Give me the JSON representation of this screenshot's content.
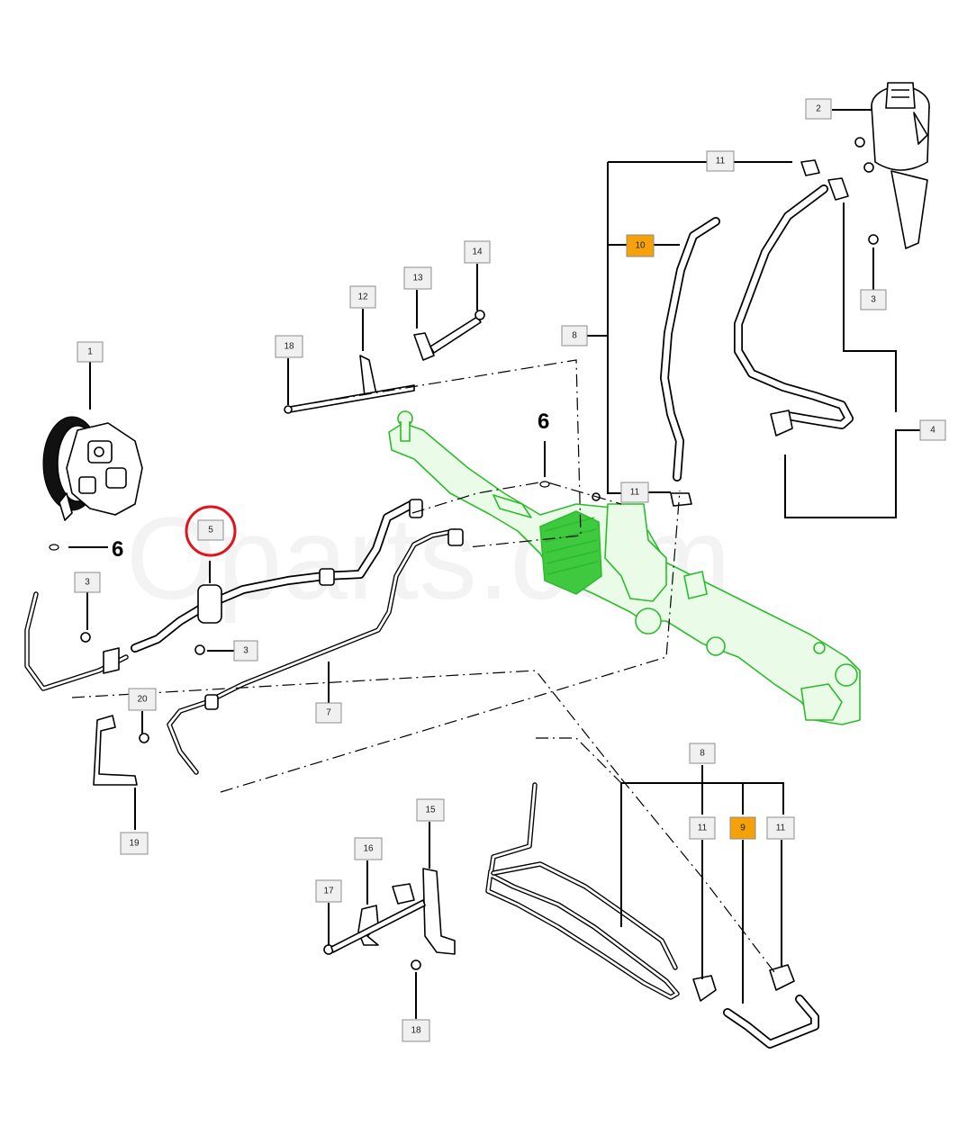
{
  "watermark": "Oparts.com",
  "view_markers": [
    "6",
    "6"
  ],
  "highlight_color": "#f5a10a",
  "selection_ring_color": "#e0141e",
  "rack_color": "#2dbb2d",
  "callouts": [
    {
      "id": "c1",
      "label": "1"
    },
    {
      "id": "c2",
      "label": "2"
    },
    {
      "id": "c3a",
      "label": "3"
    },
    {
      "id": "c3b",
      "label": "3"
    },
    {
      "id": "c3c",
      "label": "3"
    },
    {
      "id": "c4",
      "label": "4"
    },
    {
      "id": "c5",
      "label": "5",
      "selected": true
    },
    {
      "id": "c7",
      "label": "7"
    },
    {
      "id": "c8a",
      "label": "8"
    },
    {
      "id": "c8b",
      "label": "8"
    },
    {
      "id": "c9",
      "label": "9",
      "highlighted": true
    },
    {
      "id": "c10",
      "label": "10",
      "highlighted": true
    },
    {
      "id": "c11a",
      "label": "11"
    },
    {
      "id": "c11b",
      "label": "11"
    },
    {
      "id": "c11c",
      "label": "11"
    },
    {
      "id": "c11d",
      "label": "11"
    },
    {
      "id": "c12",
      "label": "12"
    },
    {
      "id": "c13",
      "label": "13"
    },
    {
      "id": "c14",
      "label": "14"
    },
    {
      "id": "c15",
      "label": "15"
    },
    {
      "id": "c16",
      "label": "16"
    },
    {
      "id": "c17",
      "label": "17"
    },
    {
      "id": "c18a",
      "label": "18"
    },
    {
      "id": "c18b",
      "label": "18"
    },
    {
      "id": "c19",
      "label": "19"
    },
    {
      "id": "c20",
      "label": "20"
    }
  ]
}
